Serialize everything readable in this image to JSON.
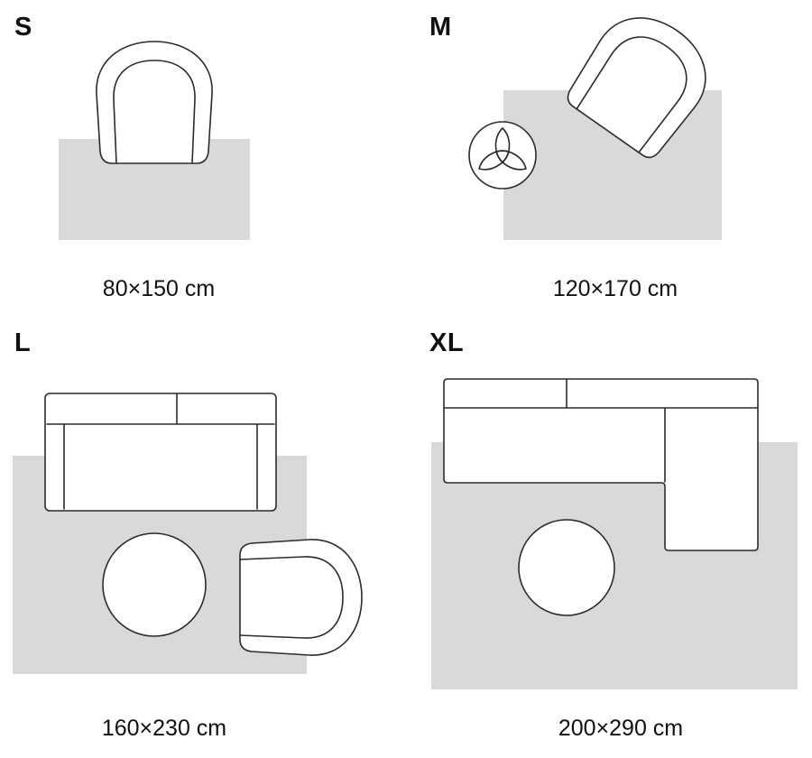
{
  "colors": {
    "background": "#ffffff",
    "rug": "#d9d9d9",
    "outline": "#2b2b2b",
    "text": "#111111"
  },
  "sizes": {
    "s": {
      "label": "S",
      "dimensions": "80×150 cm",
      "furniture": [
        "armchair"
      ]
    },
    "m": {
      "label": "M",
      "dimensions": "120×170 cm",
      "furniture": [
        "armchair",
        "plant"
      ]
    },
    "l": {
      "label": "L",
      "dimensions": "160×230 cm",
      "furniture": [
        "sofa",
        "coffee-table",
        "armchair"
      ]
    },
    "xl": {
      "label": "XL",
      "dimensions": "200×290 cm",
      "furniture": [
        "sectional-sofa",
        "coffee-table"
      ]
    }
  }
}
